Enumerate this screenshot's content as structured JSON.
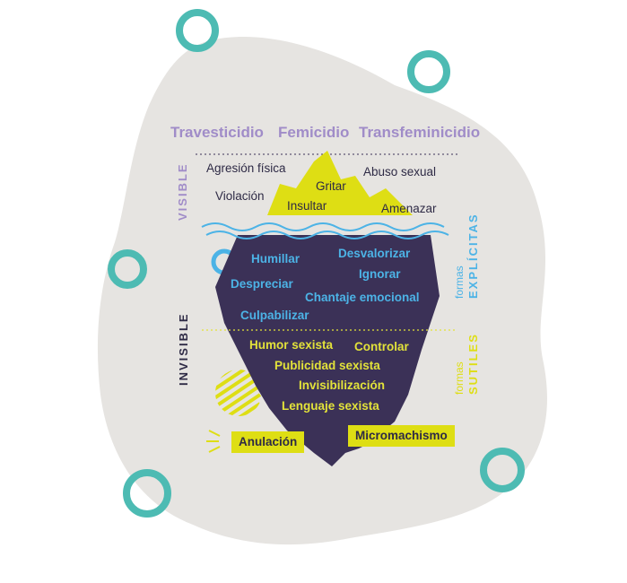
{
  "headline": {
    "item1": "Travesticidio",
    "item2": "Femicidio",
    "item3": "Transfeminicidio"
  },
  "visible_zone": {
    "side_label": "VISIBLE",
    "items": [
      "Agresión física",
      "Abuso sexual",
      "Gritar",
      "Violación",
      "Insultar",
      "Amenazar"
    ]
  },
  "explicit_zone": {
    "side_label_small": "formas",
    "side_label_big": "EXPLÍCITAS",
    "items": [
      "Humillar",
      "Desvalorizar",
      "Ignorar",
      "Despreciar",
      "Chantaje emocional",
      "Culpabilizar"
    ]
  },
  "invisible_zone": {
    "side_label": "INVISIBLE"
  },
  "subtle_zone": {
    "side_label_small": "formas",
    "side_label_big": "SUTILES",
    "items": [
      "Humor sexista",
      "Controlar",
      "Publicidad sexista",
      "Invisibilización",
      "Lenguaje sexista"
    ]
  },
  "highlight_boxes": [
    "Anulación",
    "Micromachismo"
  ],
  "colors": {
    "blob": "#e6e4e1",
    "ring": "#4dbbb3",
    "iceberg_dark": "#3b3157",
    "iceberg_tip": "#dede14",
    "water": "#4cb3e6",
    "purple": "#a08cc8",
    "yellow_text": "#e2e23a",
    "blue_text": "#4cb3e6"
  }
}
